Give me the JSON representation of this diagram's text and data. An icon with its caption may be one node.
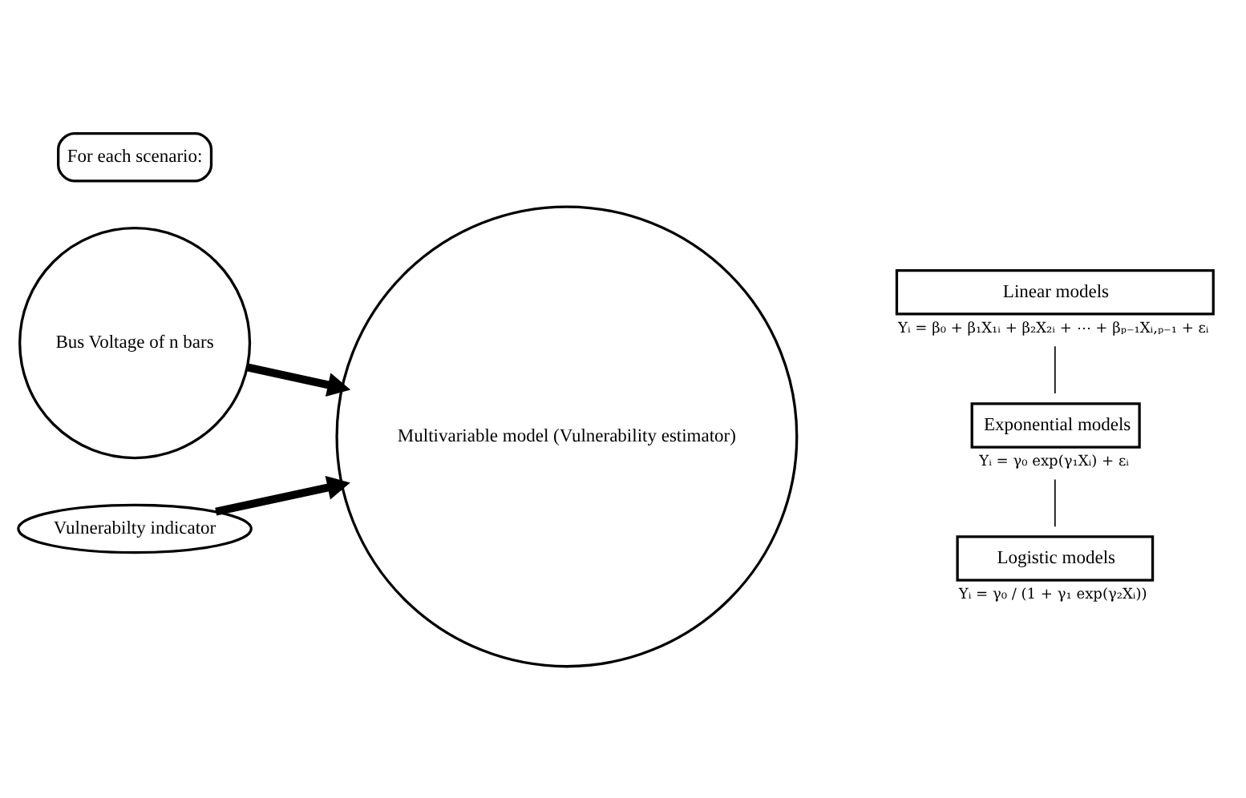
{
  "diagram": {
    "nodes": [
      {
        "text": [
          "For each scenario:"
        ]
      },
      {
        "text": [
          "Bus Voltage of n bars"
        ]
      },
      {
        "text": [
          "Vulnerabilty indicator"
        ]
      },
      {
        "text": [
          "Multivariable model (Vulnerability estimator)"
        ]
      },
      {
        "text": [
          "Linear models"
        ],
        "beside": [
          "Yᵢ = β₀ + β₁X₁ᵢ + β₂X₂ᵢ + ⋯ + βₚ₋₁Xᵢ,ₚ₋₁ + εᵢ"
        ]
      },
      {
        "text": [
          "Exponential models"
        ],
        "beside": [
          "Yᵢ = γ₀ exp(γ₁Xᵢ) + εᵢ"
        ]
      },
      {
        "text": [
          "Logistic models"
        ],
        "beside": [
          "Yᵢ = γ₀ / (1 + γ₁ exp(γ₂Xᵢ))"
        ]
      }
    ],
    "edges": [
      {
        "from": 1,
        "to": 3,
        "arrow": "to",
        "style": "thick"
      },
      {
        "from": 2,
        "to": 3,
        "arrow": "to",
        "style": "thick"
      },
      {
        "from": 4,
        "to": 5,
        "arrow": "none"
      },
      {
        "from": 5,
        "to": 6,
        "arrow": "none"
      }
    ]
  }
}
